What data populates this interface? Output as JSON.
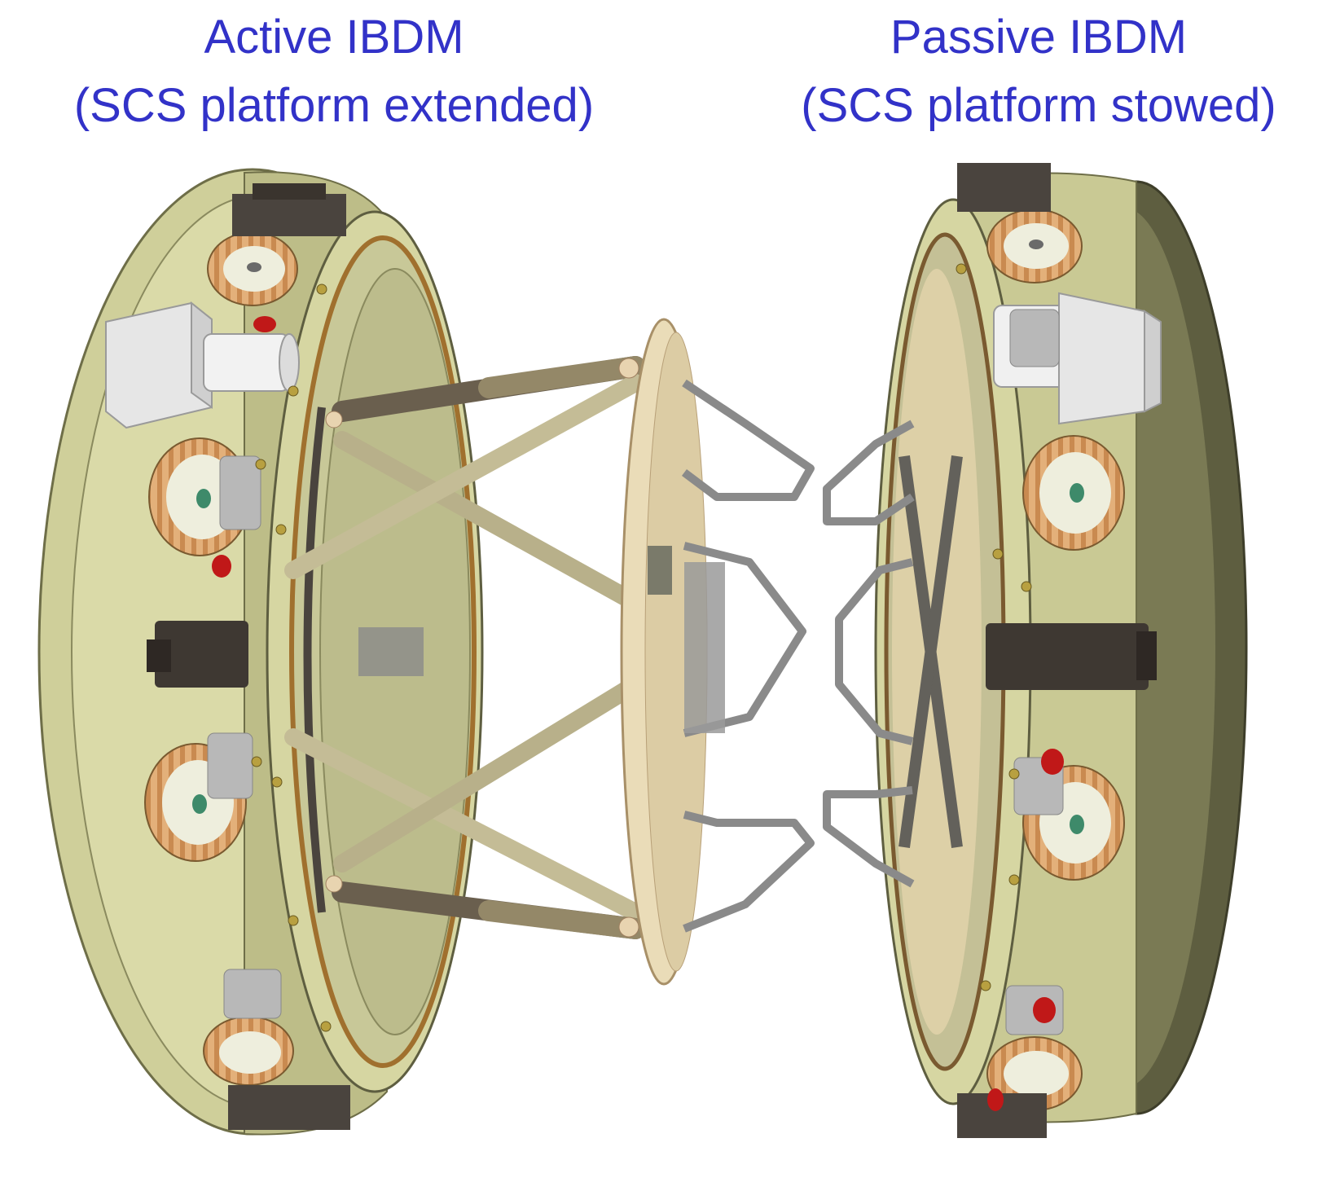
{
  "captions": {
    "active": {
      "title": "Active IBDM",
      "subtitle": "(SCS platform extended)"
    },
    "passive": {
      "title": "Passive IBDM",
      "subtitle": "(SCS platform stowed)"
    }
  },
  "colors": {
    "caption": "#3232c8",
    "ring": "#d8d8a6",
    "ring_shade": "#9c9c6a",
    "ring_dark": "#5e5e40",
    "platform": "#eadcb8",
    "mechanism": "#4a443e",
    "strut": "#b8b08a",
    "actuator": "#6a5f4e",
    "motor_box": "#eaeaea",
    "bronze_band": "#a0702e",
    "red_part": "#c01818"
  }
}
